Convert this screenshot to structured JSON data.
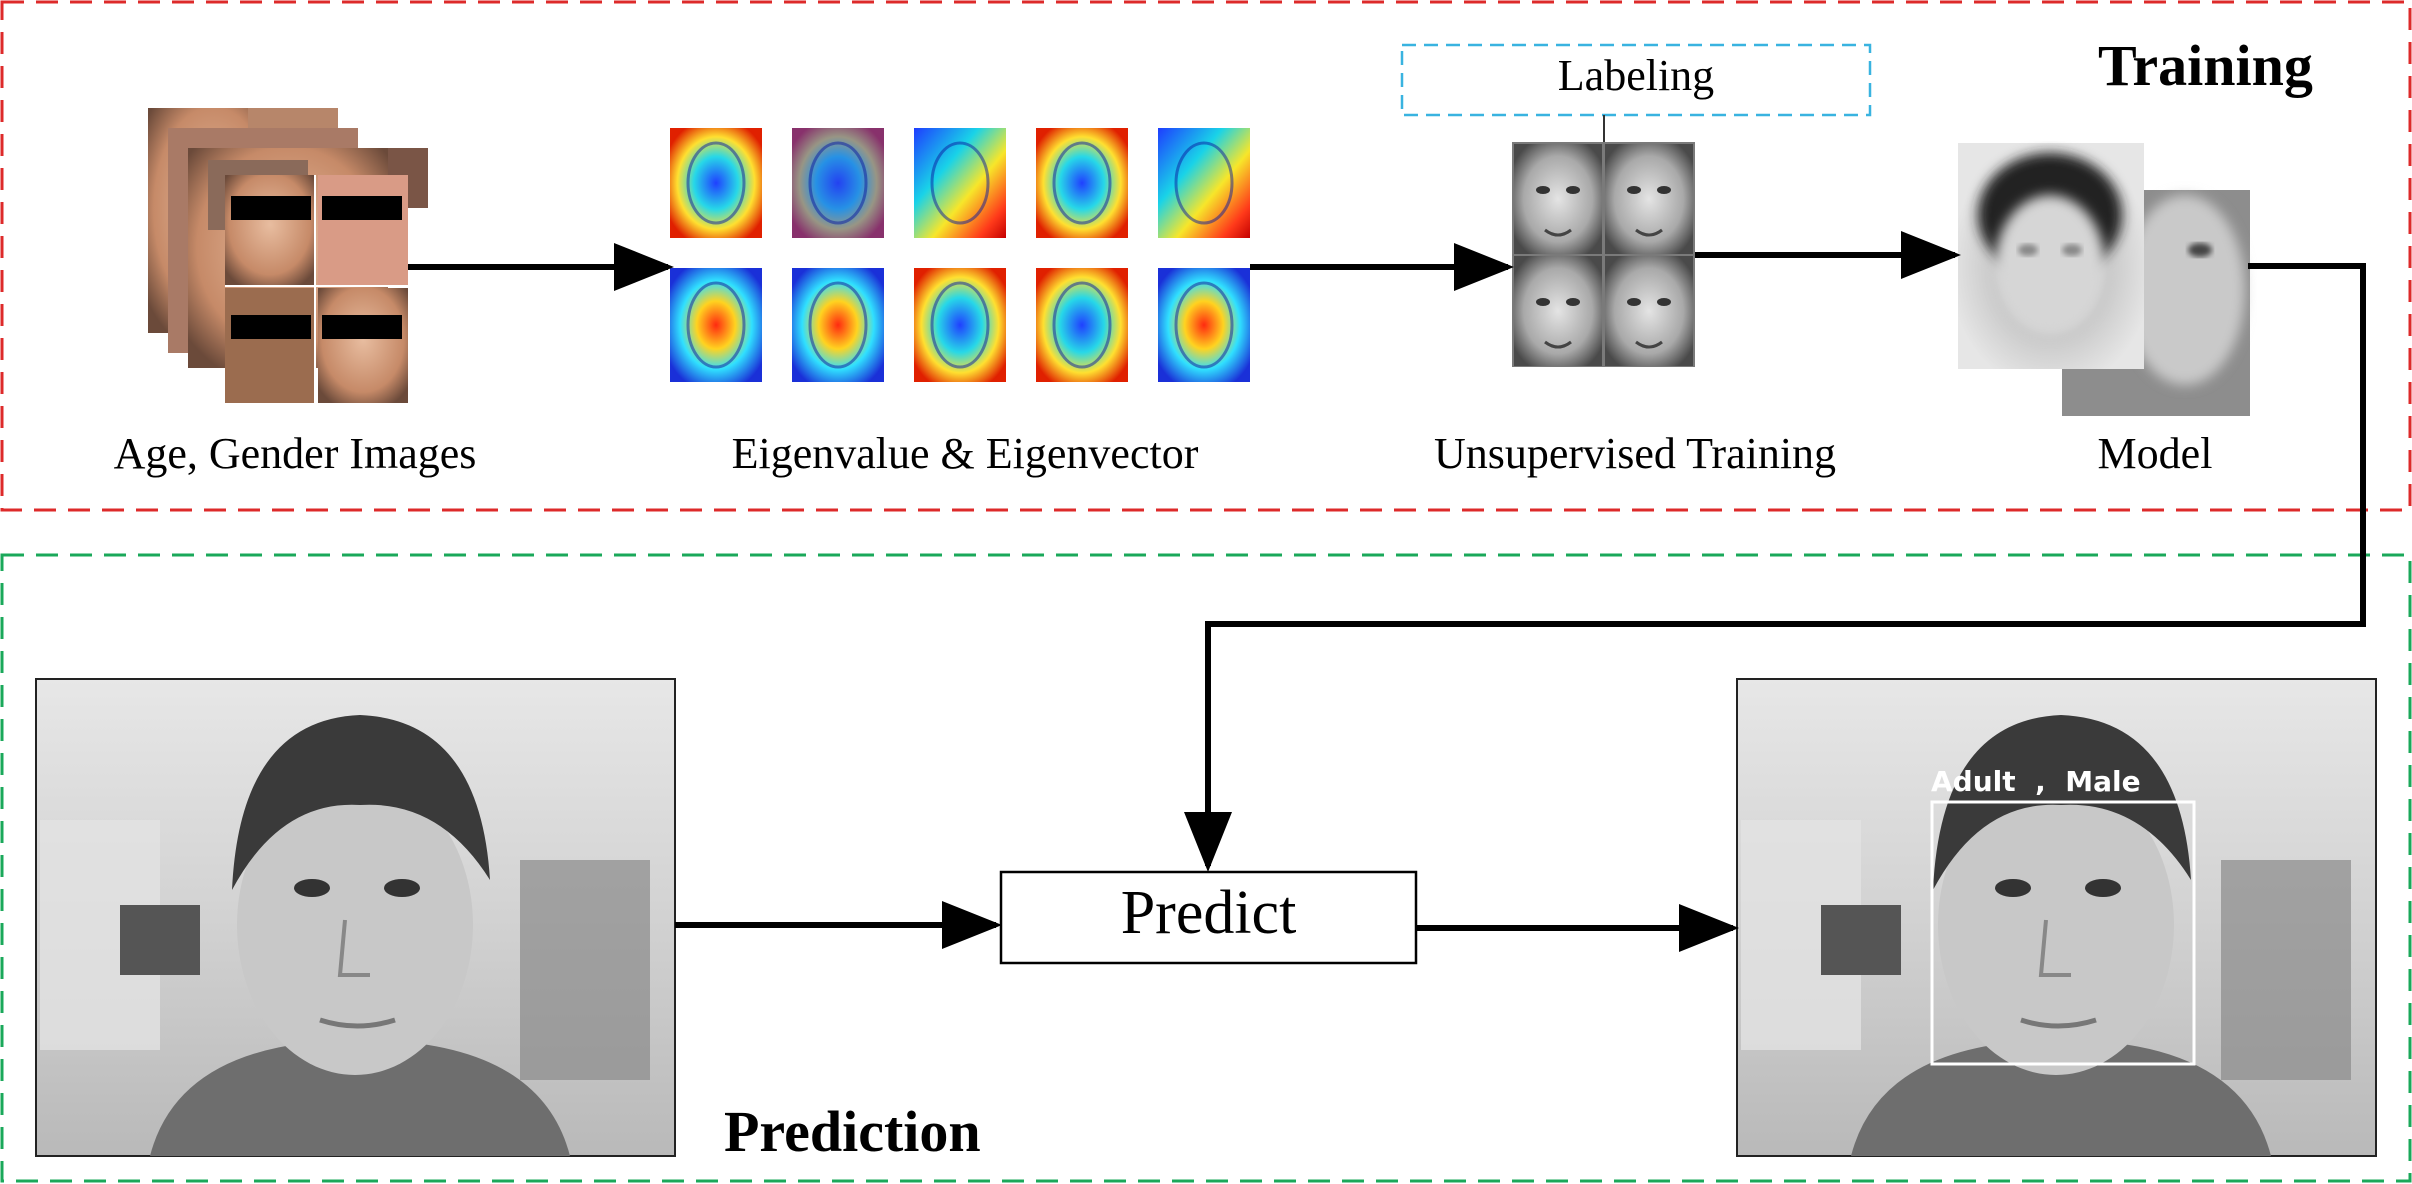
{
  "sections": {
    "training": {
      "title": "Training",
      "border_color": "#dd2a2a"
    },
    "prediction": {
      "title": "Prediction",
      "border_color": "#1aa85a"
    }
  },
  "steps": {
    "dataset": {
      "label": "Age, Gender Images"
    },
    "eigen": {
      "label": "Eigenvalue & Eigenvector"
    },
    "unsupervised": {
      "label": "Unsupervised Training"
    },
    "model": {
      "label": "Model"
    },
    "labeling": {
      "label": "Labeling",
      "border_color": "#39b3e0"
    },
    "predict": {
      "label": "Predict"
    }
  },
  "result": {
    "overlay_text": "Adult  ,  Male"
  },
  "icons": {
    "dataset": "face-photo-stack-icon",
    "eigen": "eigenface-heatmap-icon",
    "unsupervised": "clustered-faces-icon",
    "model": "average-face-model-icon",
    "input": "camera-input-frame-icon",
    "output": "annotated-output-frame-icon"
  }
}
